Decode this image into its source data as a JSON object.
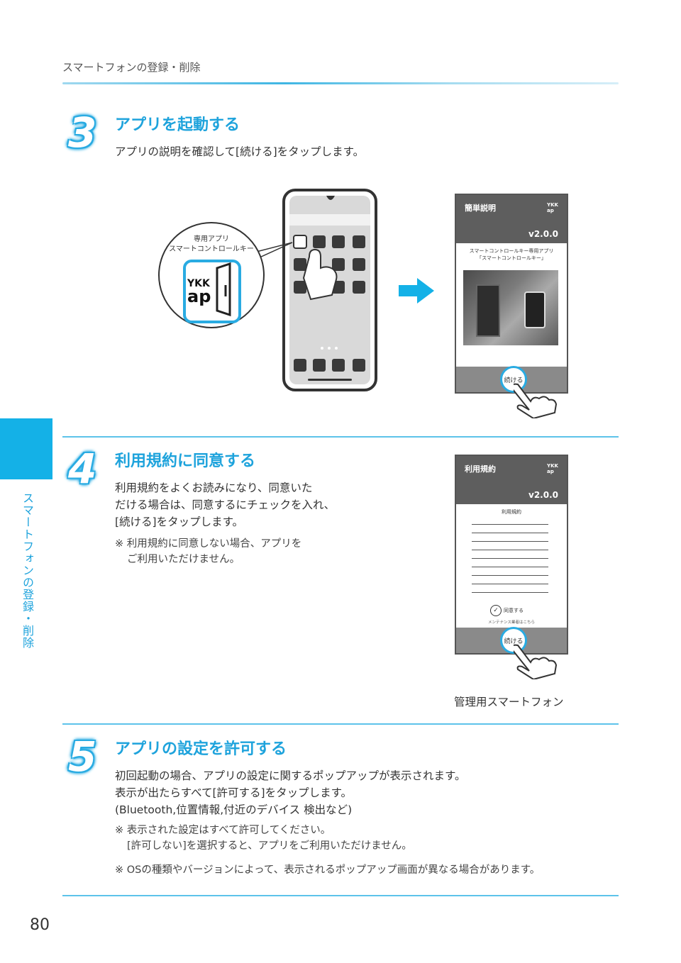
{
  "header": {
    "title": "スマートフォンの登録・削除"
  },
  "side_tab": {
    "label": "スマートフォンの登録・削除"
  },
  "page_number": "80",
  "step3": {
    "number": "3",
    "title": "アプリを起動する",
    "text": "アプリの説明を確認して[続ける]をタップします。",
    "callout_line1": "専用アプリ",
    "callout_line2": "スマートコントロールキー",
    "app_logo_line1": "YKK",
    "app_logo_line2": "ap",
    "screen": {
      "title": "簡単説明",
      "brand": "YKK ap",
      "version": "v2.0.0",
      "desc_line1": "スマートコントロールキー専用アプリ",
      "desc_line2": "「スマートコントロールキー」",
      "button": "続ける"
    }
  },
  "step4": {
    "number": "4",
    "title": "利用規約に同意する",
    "text_line1": "利用規約をよくお読みになり、同意いた",
    "text_line2": "だける場合は、同意するにチェックを入れ、",
    "text_line3": "[続ける]をタップします。",
    "note_line1": "※ 利用規約に同意しない場合、アプリを",
    "note_line2": "ご利用いただけません。",
    "screen": {
      "title": "利用規約",
      "brand": "YKK ap",
      "version": "v2.0.0",
      "terms_heading": "利用規約",
      "agree_label": "同意する",
      "maintenance_label": "メンテナンス業者はこちら",
      "button": "続ける"
    },
    "caption": "管理用スマートフォン"
  },
  "step5": {
    "number": "5",
    "title": "アプリの設定を許可する",
    "text_line1": "初回起動の場合、アプリの設定に関するポップアップが表示されます。",
    "text_line2": "表示が出たらすべて[許可する]をタップします。",
    "text_line3": "(Bluetooth,位置情報,付近のデバイス 検出など)",
    "note1_line1": "※ 表示された設定はすべて許可してください。",
    "note1_line2": "[許可しない]を選択すると、アプリをご利用いただけません。",
    "note2": "※ OSの種類やバージョンによって、表示されるポップアップ画面が異なる場合があります。"
  }
}
